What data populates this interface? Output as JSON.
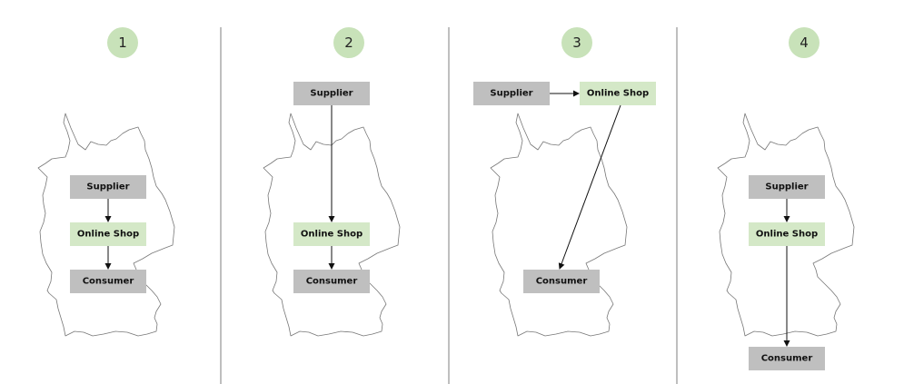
{
  "colors": {
    "step_circle": "#c8e2b9",
    "supplier_box": "#bfbfbf",
    "consumer_box": "#bfbfbf",
    "online_shop_box": "#d4e8c7",
    "divider": "#7f7f7f",
    "map_outline": "#777777"
  },
  "panels": [
    {
      "step": "1",
      "supplier": "Supplier",
      "online_shop": "Online Shop",
      "consumer": "Consumer"
    },
    {
      "step": "2",
      "supplier": "Supplier",
      "online_shop": "Online Shop",
      "consumer": "Consumer"
    },
    {
      "step": "3",
      "supplier": "Supplier",
      "online_shop": "Online Shop",
      "consumer": "Consumer"
    },
    {
      "step": "4",
      "supplier": "Supplier",
      "online_shop": "Online Shop",
      "consumer": "Consumer"
    }
  ]
}
